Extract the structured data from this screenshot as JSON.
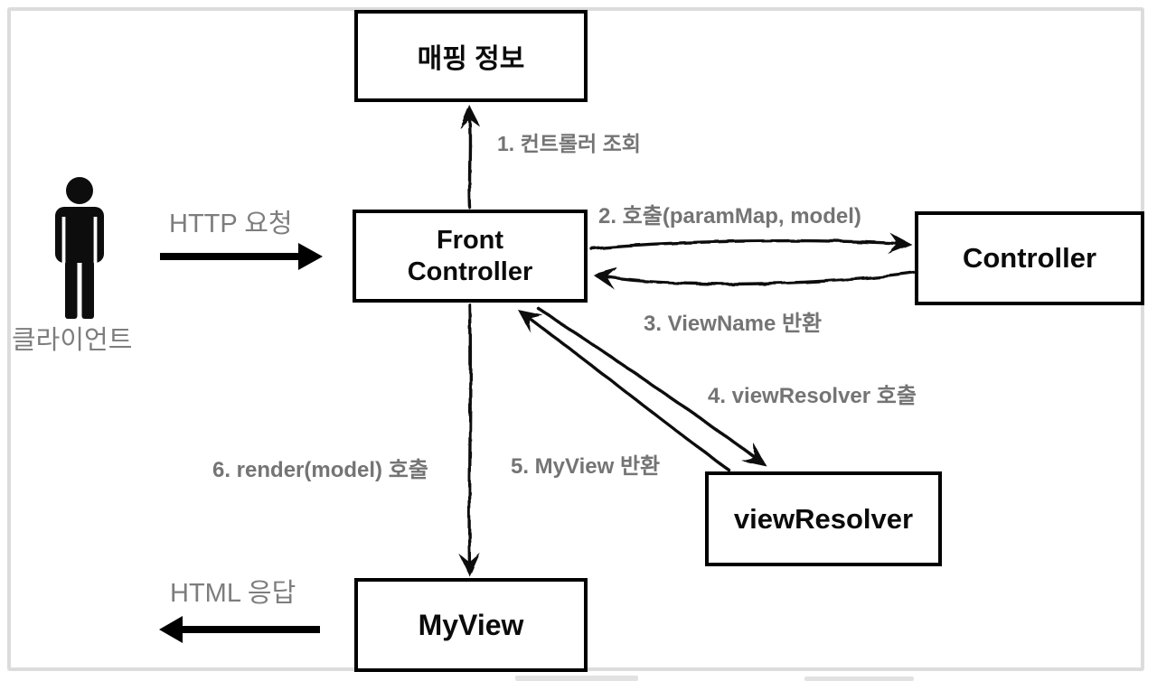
{
  "diagram": {
    "nodes": [
      {
        "id": "mapping-info",
        "label": "매핑 정보"
      },
      {
        "id": "front-controller",
        "label": "Front Controller"
      },
      {
        "id": "controller",
        "label": "Controller"
      },
      {
        "id": "view-resolver",
        "label": "viewResolver"
      },
      {
        "id": "my-view",
        "label": "MyView"
      }
    ],
    "steps": [
      {
        "num": 1,
        "label": "1. 컨트롤러 조회"
      },
      {
        "num": 2,
        "label": "2. 호출(paramMap, model)"
      },
      {
        "num": 3,
        "label": "3. ViewName 반환"
      },
      {
        "num": 4,
        "label": "4. viewResolver 호출"
      },
      {
        "num": 5,
        "label": "5. MyView 반환"
      },
      {
        "num": 6,
        "label": "6. render(model) 호출"
      }
    ],
    "client_label": "클라이언트",
    "http_request_label": "HTTP 요청",
    "html_response_label": "HTML 응답",
    "icons": {
      "client": "person-icon"
    },
    "colors": {
      "box_border": "#000000",
      "step_label_gray": "#747474",
      "flow_label_gray": "#7d7d7d",
      "frame_gray": "#dcdcdc",
      "arrow_black": "#111111"
    }
  }
}
